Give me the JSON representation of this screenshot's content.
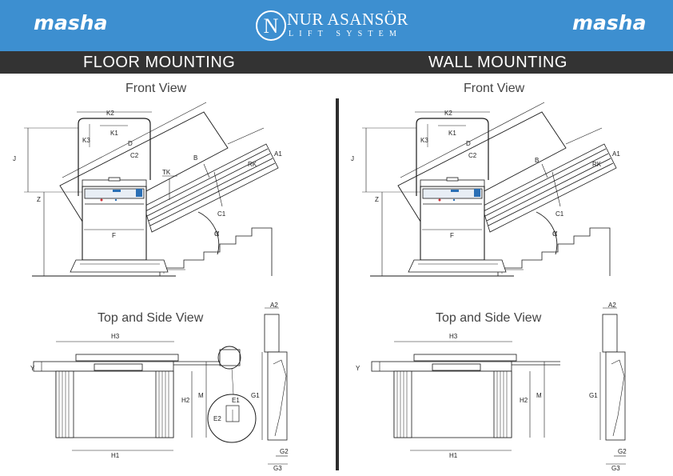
{
  "header": {
    "brand_left": "masha",
    "brand_right": "masha",
    "logo_title": "NUR ASANSÖR",
    "logo_subtitle": "LIFT SYSTEM",
    "logo_mark": "N",
    "colors": {
      "header_bg": "#3d8fd0",
      "section_bar_bg": "#333333",
      "line": "#1a1a1a",
      "accent": "#2a6fb5"
    }
  },
  "sections": {
    "left_title": "FLOOR MOUNTING",
    "right_title": "WALL MOUNTING"
  },
  "views": {
    "front_left": "Front View",
    "front_right": "Front View",
    "top_left": "Top and Side View",
    "top_right": "Top and Side View"
  },
  "dims": {
    "k2": "K2",
    "k1": "K1",
    "k3": "K3",
    "d": "D",
    "c2": "C2",
    "j": "J",
    "z": "Z",
    "b": "B",
    "rk": "RK",
    "a1": "A1",
    "tk": "TK",
    "c1": "C1",
    "f": "F",
    "alpha": "α",
    "h3": "H3",
    "h2": "H2",
    "h1": "H1",
    "m": "M",
    "y": "Y",
    "a2": "A2",
    "g1": "G1",
    "g2": "G2",
    "g3": "G3",
    "e1": "E1",
    "e2": "E2"
  }
}
